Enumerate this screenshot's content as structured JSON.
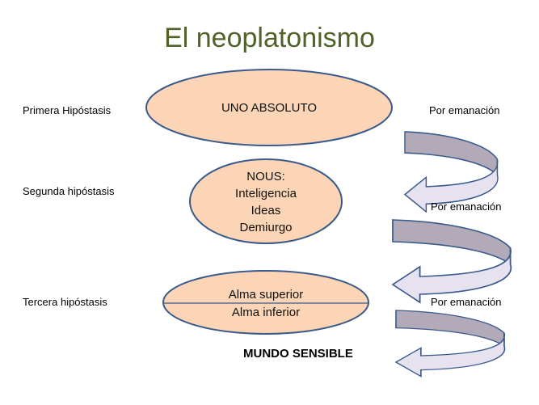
{
  "title": "El neoplatonismo",
  "levels": [
    {
      "label": "Primera Hipóstasis",
      "ellipse_lines": [
        "UNO ABSOLUTO"
      ]
    },
    {
      "label": "Segunda hipóstasis",
      "ellipse_lines": [
        "NOUS:",
        "Inteligencia",
        "Ideas",
        "Demiurgo"
      ]
    },
    {
      "label": "Tercera hipóstasis",
      "ellipse_lines": [
        "Alma superior",
        "Alma inferior"
      ]
    }
  ],
  "emanation_labels": [
    "Por emanación",
    "Por emanación",
    "Por emanación"
  ],
  "bottom_label": "MUNDO SENSIBLE",
  "colors": {
    "title": "#4f6228",
    "ellipse_fill": "#fbd5b5",
    "ellipse_stroke": "#3a5a8c",
    "arrow_back": "#b2aab8",
    "arrow_front": "#e6e2f0"
  }
}
